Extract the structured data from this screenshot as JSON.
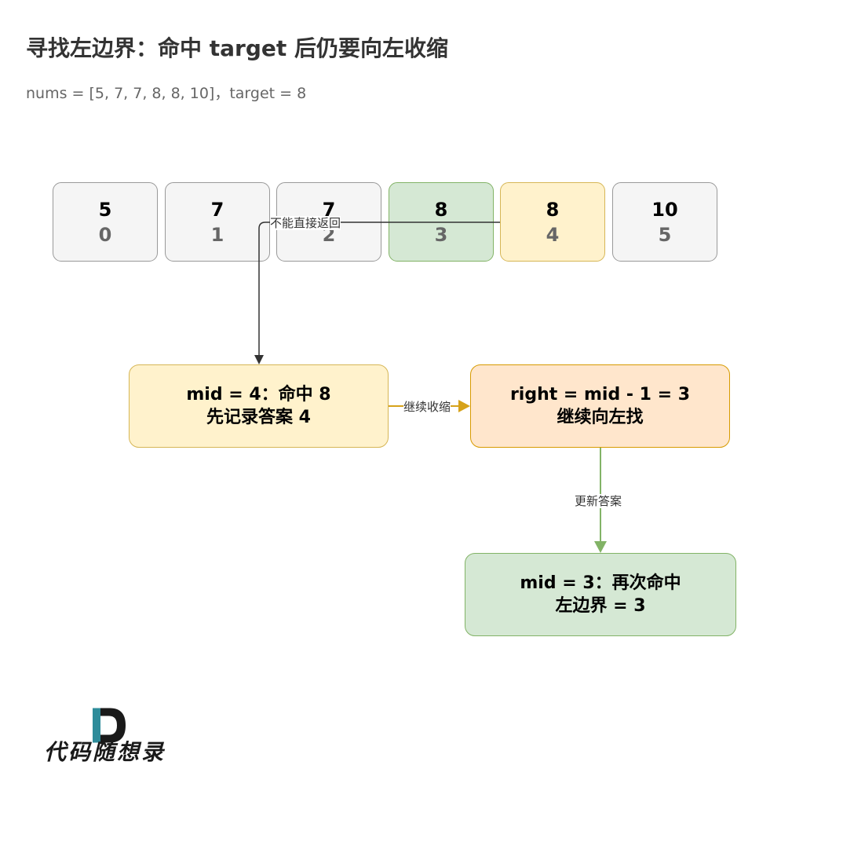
{
  "title": "寻找左边界：命中 target 后仍要向左收缩",
  "subtitle": "nums = [5, 7, 7, 8, 8, 10]，target = 8",
  "cells": [
    {
      "value": "5",
      "index": "0"
    },
    {
      "value": "7",
      "index": "1"
    },
    {
      "value": "7",
      "index": "2"
    },
    {
      "value": "8",
      "index": "3"
    },
    {
      "value": "8",
      "index": "4"
    },
    {
      "value": "10",
      "index": "5"
    }
  ],
  "boxes": {
    "hit_mid4": {
      "line1": "mid = 4：命中 8",
      "line2": "先记录答案 4"
    },
    "shrink_right": {
      "line1": "right = mid - 1 = 3",
      "line2": "继续向左找"
    },
    "hit_mid3": {
      "line1": "mid = 3：再次命中",
      "line2": "左边界 = 3"
    }
  },
  "edges": {
    "no_return": "不能直接返回",
    "keep_shrinking": "继续收缩",
    "update_answer": "更新答案"
  },
  "logo": {
    "text": "代码随想录"
  },
  "colors": {
    "default_fill": "#f5f5f5",
    "green_fill": "#d5e8d4",
    "green_stroke": "#82b366",
    "yellow_fill": "#fff2cc",
    "yellow_stroke": "#d6b656",
    "orange_fill": "#ffe6cc",
    "orange_stroke": "#d79b00",
    "logo_teal": "#2e8c9a"
  }
}
